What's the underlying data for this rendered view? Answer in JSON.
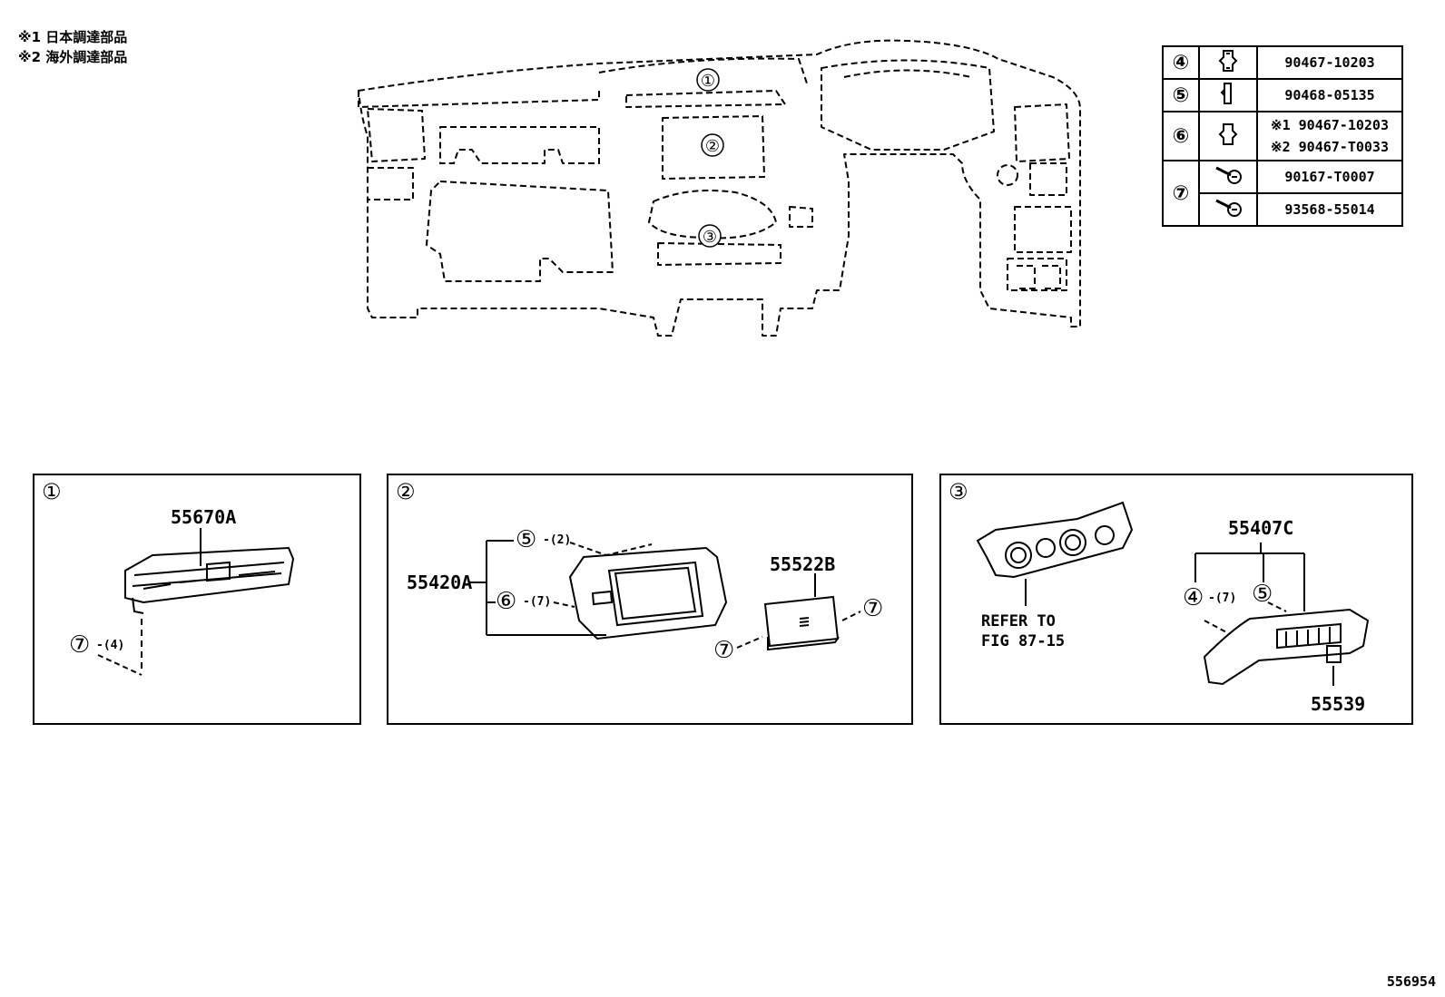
{
  "legend": {
    "note1": "※1 日本調達部品",
    "note2": "※2 海外調達部品"
  },
  "overview_callouts": {
    "c1": "①",
    "c2": "②",
    "c3": "③"
  },
  "parts_table": {
    "rows": [
      {
        "ref": "④",
        "icon": "clip-icon",
        "parts": [
          "90467-10203"
        ]
      },
      {
        "ref": "⑤",
        "icon": "clip-icon",
        "parts": [
          "90468-05135"
        ]
      },
      {
        "ref": "⑥",
        "icon": "clip-icon",
        "parts": [
          "※1 90467-10203",
          "※2 90467-T0033"
        ]
      },
      {
        "ref": "⑦",
        "icon": "screw-icon",
        "parts": [
          "90167-T0007"
        ]
      },
      {
        "ref": "",
        "icon": "screw-icon",
        "parts": [
          "93568-55014"
        ]
      }
    ]
  },
  "box1": {
    "num": "①",
    "part": "55670A",
    "fastener_ref": "⑦",
    "fastener_qty": "-(4)"
  },
  "box2": {
    "num": "②",
    "part_main": "55420A",
    "part_small": "55522B",
    "ref5": "⑤",
    "ref5_qty": "-(2)",
    "ref6": "⑥",
    "ref6_qty": "-(7)",
    "ref7a": "⑦",
    "ref7b": "⑦"
  },
  "box3": {
    "num": "③",
    "part_a": "55407C",
    "part_b": "55539",
    "ref4": "④",
    "ref4_qty": "-(7)",
    "ref5": "⑤",
    "refer_line1": "REFER TO",
    "refer_line2": "FIG 87-15"
  },
  "figure_id": "556954"
}
